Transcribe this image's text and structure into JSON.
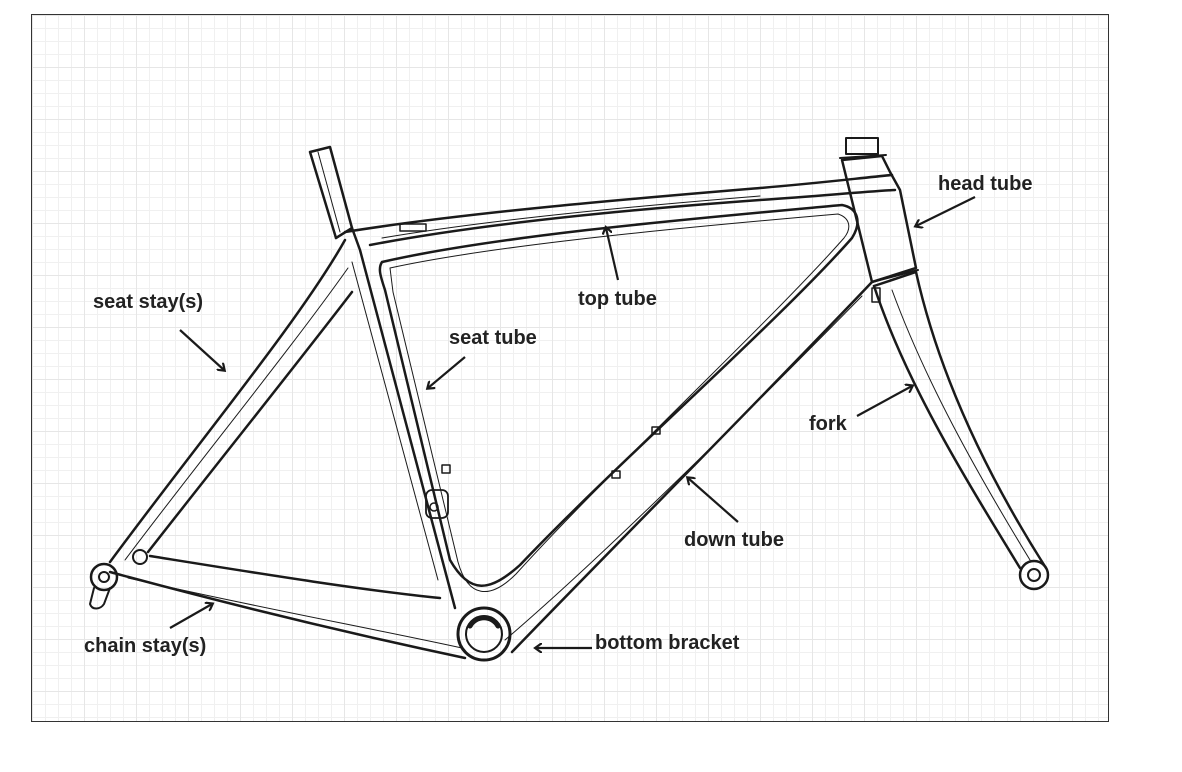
{
  "labels": {
    "head_tube": "head tube",
    "top_tube": "top tube",
    "seat_stays": "seat stay(s)",
    "seat_tube": "seat tube",
    "fork": "fork",
    "down_tube": "down tube",
    "chain_stays": "chain stay(s)",
    "bottom_bracket": "bottom bracket"
  },
  "colors": {
    "line": "#1a1a1a",
    "grid": "#e6e6e6",
    "border": "#333333"
  }
}
